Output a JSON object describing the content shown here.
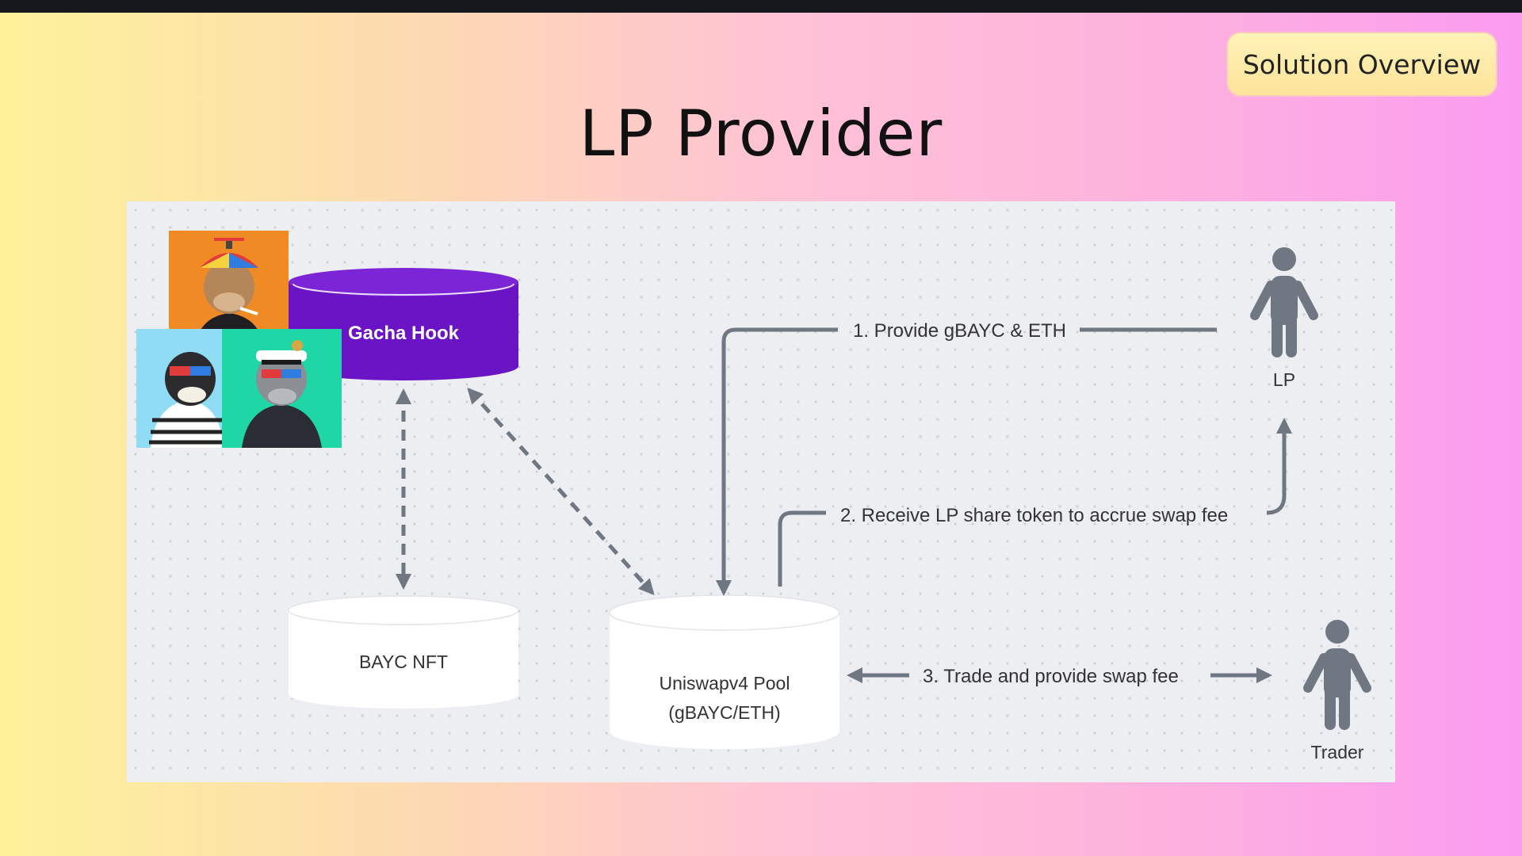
{
  "badge": {
    "label": "Solution Overview"
  },
  "title": "LP Provider",
  "nodes": {
    "gacha_hook": "Gacha Hook",
    "bayc_nft": "BAYC NFT",
    "pool": {
      "line1": "Uniswapv4 Pool",
      "line2": "(gBAYC/ETH)"
    }
  },
  "actors": {
    "lp": "LP",
    "trader": "Trader"
  },
  "flows": {
    "step1": "1.  Provide gBAYC & ETH",
    "step2": "2.  Receive LP share token to accrue swap fee",
    "step3": "3.  Trade and provide swap fee"
  },
  "colors": {
    "hook_purple": "#6a14c6",
    "arrow_gray": "#6e7782",
    "person_gray": "#6e7782",
    "card_orange": "#f08a24",
    "card_blue": "#8fdcf4",
    "card_green": "#1fd6a6"
  },
  "icons": [
    "person-lp-icon",
    "person-trader-icon",
    "ape-nft-orange",
    "ape-nft-blue",
    "ape-nft-green"
  ]
}
